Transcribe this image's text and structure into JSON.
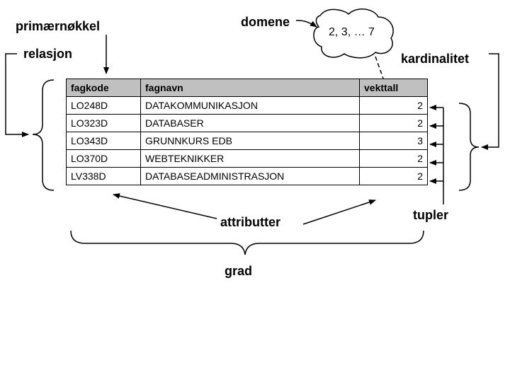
{
  "labels": {
    "primary_key": "primærnøkkel",
    "relation": "relasjon",
    "domain": "domene",
    "domain_values": "2, 3, … 7",
    "cardinality": "kardinalitet",
    "attributes": "attributter",
    "tuples": "tupler",
    "degree": "grad"
  },
  "table": {
    "headers": [
      "fagkode",
      "fagnavn",
      "vekttall"
    ],
    "rows": [
      [
        "LO248D",
        "DATAKOMMUNIKASJON",
        "2"
      ],
      [
        "LO323D",
        "DATABASER",
        "2"
      ],
      [
        "LO343D",
        "GRUNNKURS EDB",
        "3"
      ],
      [
        "LO370D",
        "WEBTEKNIKKER",
        "2"
      ],
      [
        "LV338D",
        "DATABASEADMINISTRASJON",
        "2"
      ]
    ]
  },
  "colors": {
    "header_bg": "#c0c0c0",
    "line": "#000000"
  }
}
